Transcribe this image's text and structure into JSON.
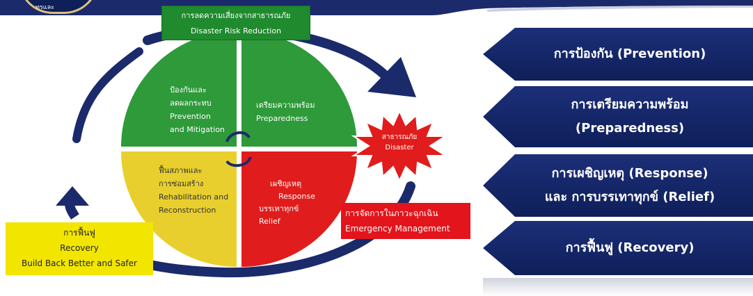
{
  "header_logo_text": "ทุรและ",
  "drr_box": {
    "thai": "การลดความเสี่ยงจากสาธารณภัย",
    "english": "Disaster Risk Reduction"
  },
  "quadrants": {
    "prevention": {
      "thai1": "ป้องกันและ",
      "thai2": "ลดผลกระทบ",
      "en1": "Prevention",
      "en2": "and Mitigation"
    },
    "preparedness": {
      "thai": "เตรียมความพร้อม",
      "en": "Preparedness"
    },
    "rehabilitation": {
      "thai1": "ฟื้นสภาพและ",
      "thai2": "การซ่อมสร้าง",
      "en1": "Rehabilitation and",
      "en2": "Reconstruction"
    },
    "response": {
      "thai": "เผชิญเหตุ",
      "en1": "Response",
      "thai2": "บรรเทาทุกข์",
      "en2": "Relief"
    }
  },
  "disaster": {
    "thai": "สาธารณภัย",
    "en": "Disaster"
  },
  "emergency_box": {
    "thai": "การจัดการในภาวะฉุกเฉิน",
    "en": "Emergency Management"
  },
  "recovery_box": {
    "thai": "การฟื้นฟู",
    "en1": "Recovery",
    "en2": "Build Back Better and Safer"
  },
  "panels": [
    {
      "line1": "การป้องกัน (Prevention)",
      "line2": ""
    },
    {
      "line1": "การเตรียมความพร้อม",
      "line2": "(Preparedness)"
    },
    {
      "line1": "การเผชิญเหตุ (Response)",
      "line2": "และ การบรรเทาทุกข์ (Relief)"
    },
    {
      "line1": "การฟื้นฟู (Recovery)",
      "line2": ""
    }
  ],
  "colors": {
    "navy": "#1b2a6b",
    "green": "#1f8a2e",
    "yellow": "#f2e600",
    "red": "#e3141b",
    "circle_green": "#2e9a3a",
    "circle_yellow": "#e8cf2e",
    "circle_red": "#e11c1c"
  }
}
